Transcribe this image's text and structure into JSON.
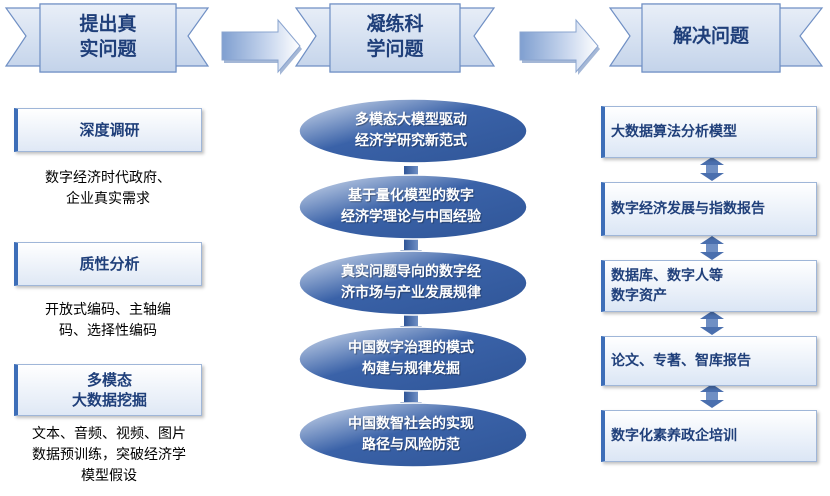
{
  "headers": [
    {
      "id": "raise",
      "label": "提出真\n实问题"
    },
    {
      "id": "condense",
      "label": "凝练科\n学问题"
    },
    {
      "id": "solve",
      "label": "解决问题"
    }
  ],
  "left_column": [
    {
      "title": "深度调研",
      "text": "数字经济时代政府、\n企业真实需求"
    },
    {
      "title": "质性分析",
      "text": "开放式编码、主轴编\n码、选择性编码"
    },
    {
      "title": "多模态\n大数据挖掘",
      "text": "文本、音频、视频、图片\n数据预训练，突破经济学\n模型假设"
    }
  ],
  "center_column": [
    "多模态大模型驱动\n经济学研究新范式",
    "基于量化模型的数字\n经济学理论与中国经验",
    "真实问题导向的数字经\n济市场与产业发展规律",
    "中国数字治理的模式\n构建与规律发掘",
    "中国数智社会的实现\n路径与风险防范"
  ],
  "right_column": [
    "大数据算法分析模型",
    "数字经济发展与指数报告",
    "数据库、数字人等\n数字资产",
    "论文、专著、智库报告",
    "数字化素养政企培训"
  ],
  "colors": {
    "header_fill": "#cfdcef",
    "header_text": "#1f3f7a",
    "oval_dark": "#2f5597",
    "oval_light": "#d9e3f2",
    "accent_border": "#3d6eb8"
  }
}
